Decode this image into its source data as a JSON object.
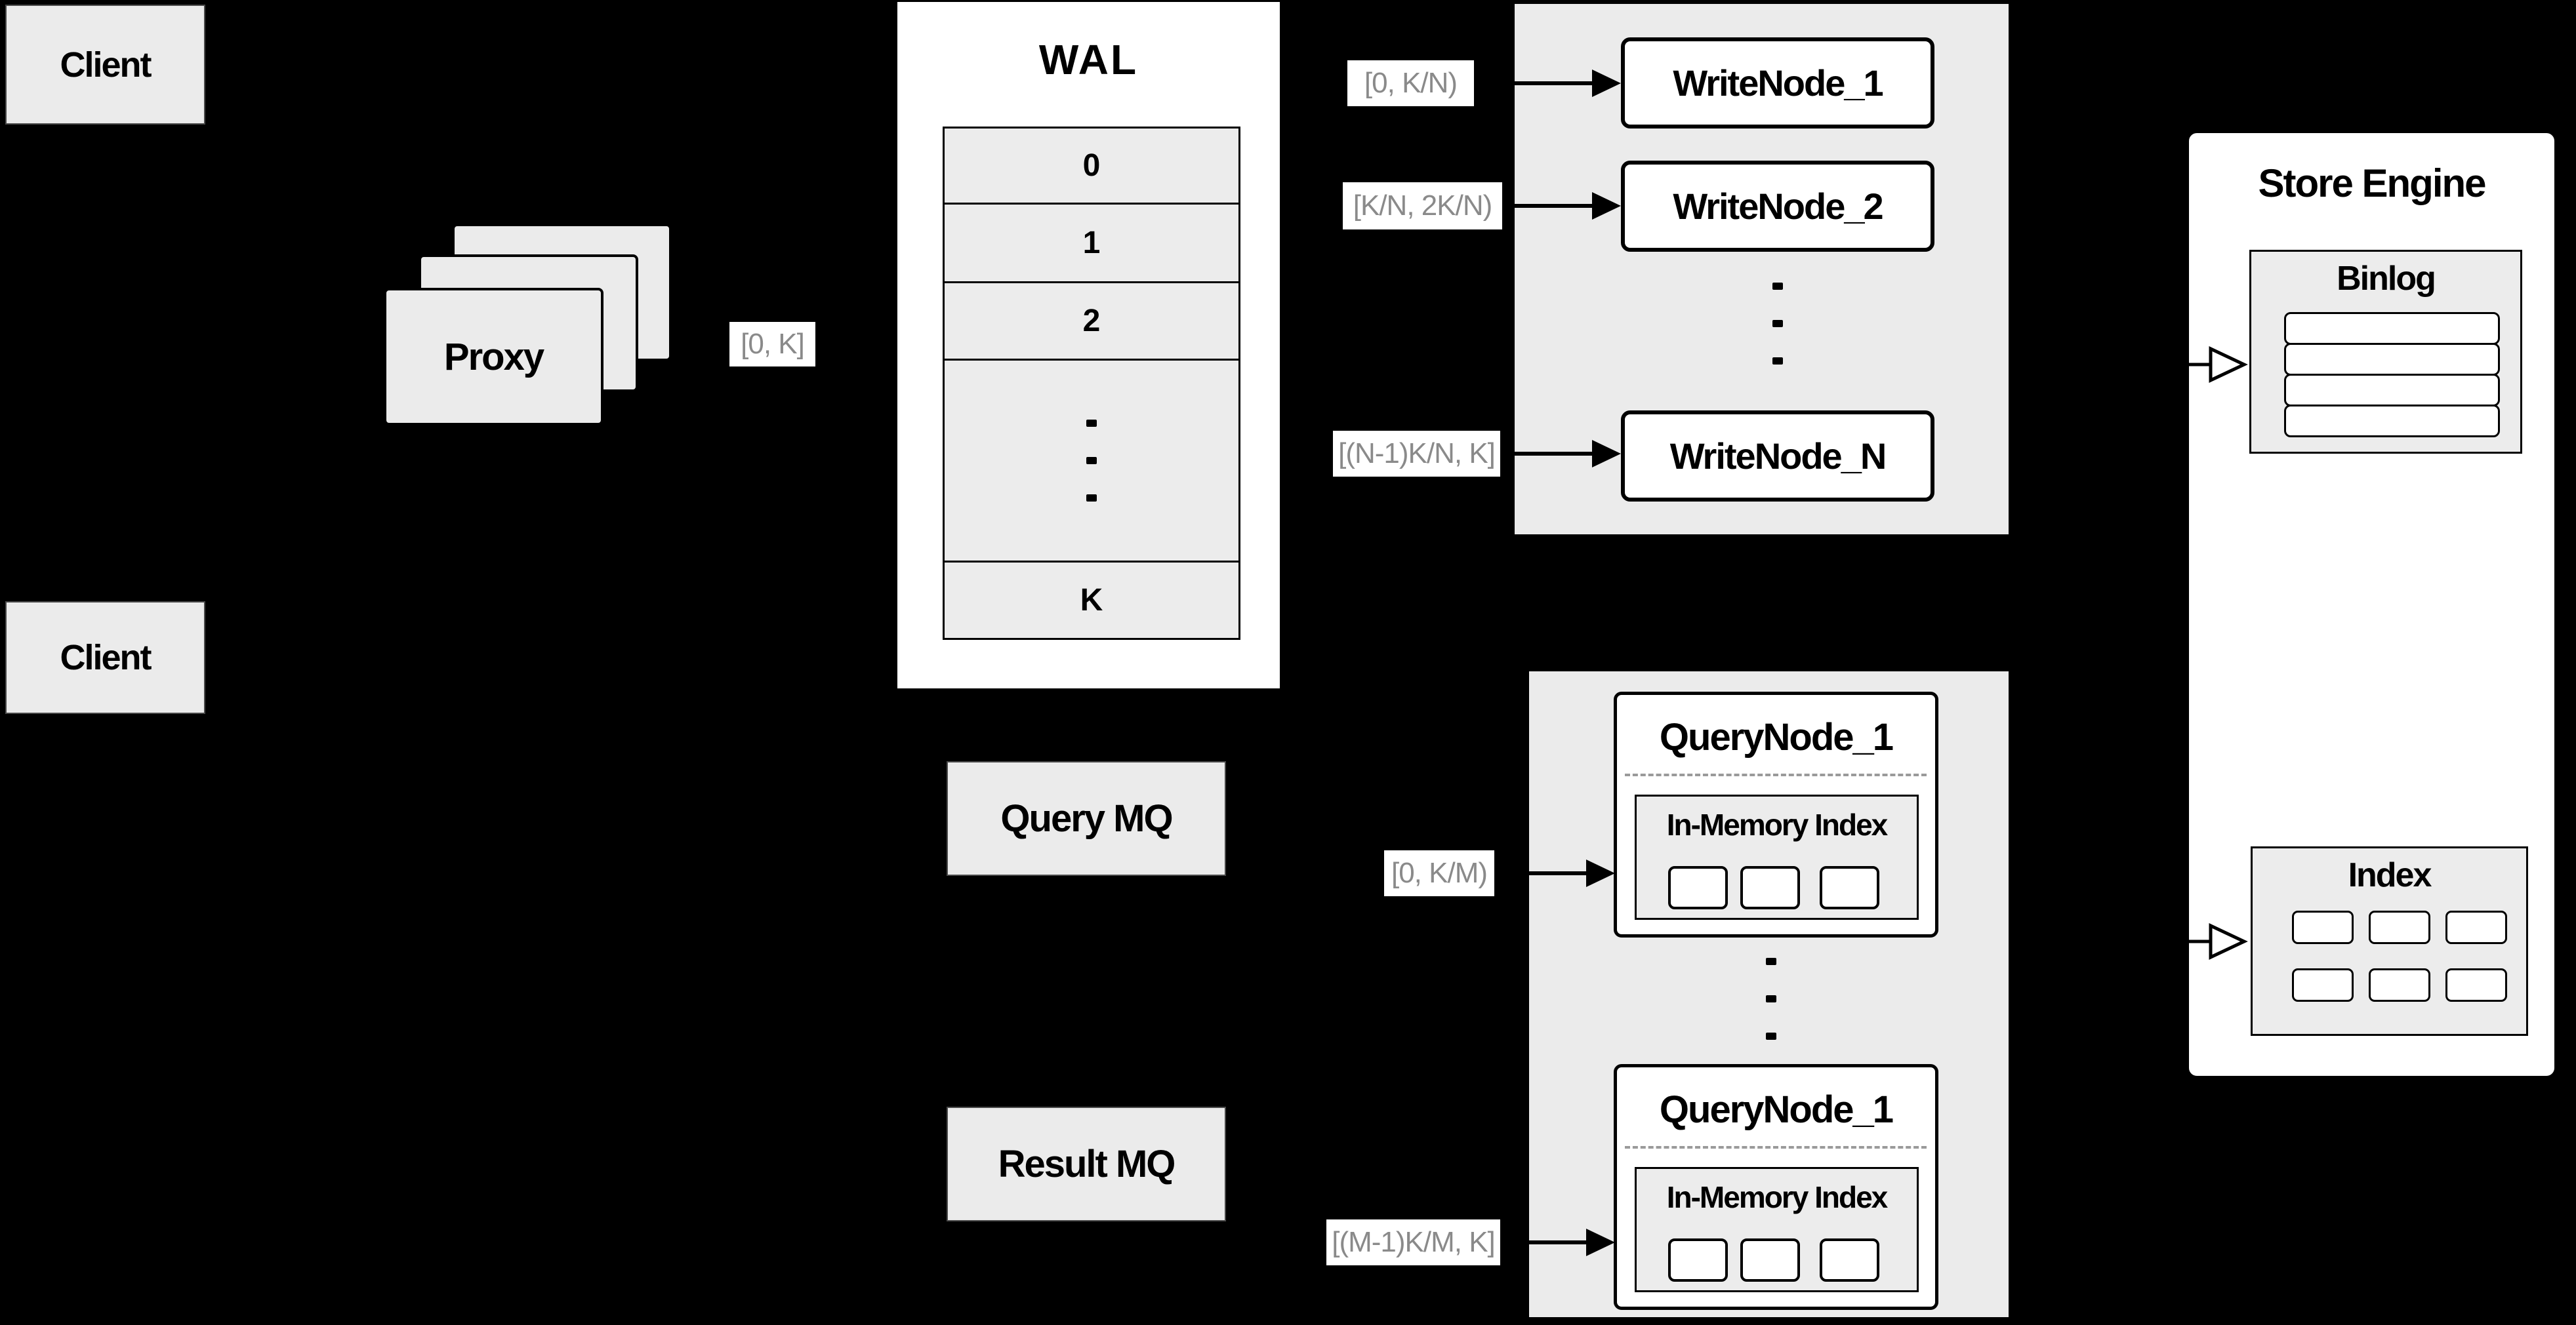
{
  "client_top": {
    "label": "Client"
  },
  "client_bottom": {
    "label": "Client"
  },
  "proxy": {
    "label": "Proxy"
  },
  "ranges": {
    "proxy_to_wal": "[0, K]",
    "write_1": "[0, K/N)",
    "write_2": "[K/N, 2K/N)",
    "write_n": "[(N-1)K/N, K]",
    "query_1": "[0, K/M)",
    "query_m": "[(M-1)K/M, K]"
  },
  "wal": {
    "title": "WAL",
    "rows": [
      "0",
      "1",
      "2"
    ],
    "row_last": "K"
  },
  "write_nodes": {
    "node_1": "WriteNode_1",
    "node_2": "WriteNode_2",
    "node_n": "WriteNode_N"
  },
  "store_engine": {
    "title": "Store Engine",
    "binlog_title": "Binlog",
    "index_title": "Index"
  },
  "mq": {
    "query": "Query MQ",
    "result": "Result MQ"
  },
  "query_nodes": {
    "node_top": "QueryNode_1",
    "node_bottom": "QueryNode_1",
    "in_memory_title": "In-Memory Index"
  },
  "colors": {
    "background": "#000000",
    "panel_fill": "#ebebeb",
    "node_fill": "#ffffff",
    "range_text": "#8a8a8a"
  }
}
